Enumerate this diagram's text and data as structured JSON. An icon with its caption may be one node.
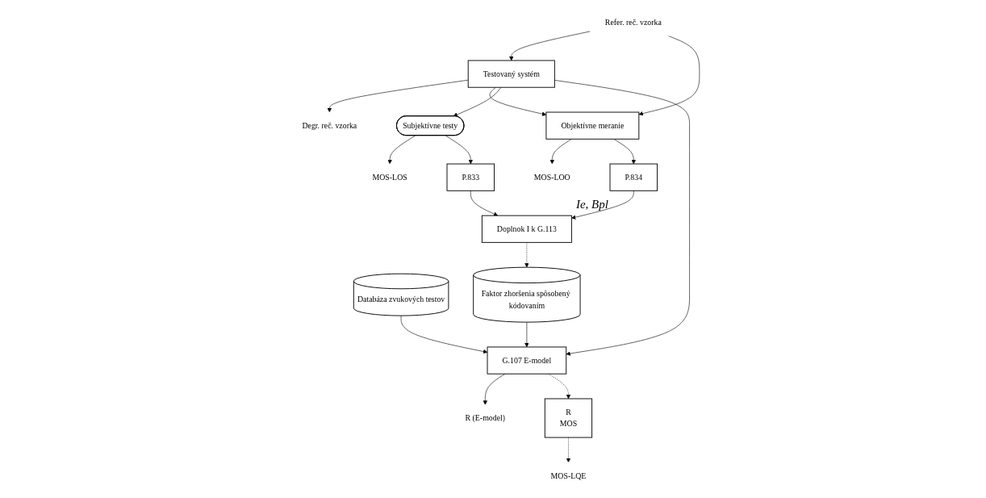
{
  "diagram": {
    "nodes": [
      {
        "text": [
          "Refer. reč. vzorka"
        ]
      },
      {
        "text": [
          "Testovaný systém"
        ]
      },
      {
        "text": [
          "Degr. reč. vzorka"
        ]
      },
      {
        "text": [
          "Subjektívne testy"
        ]
      },
      {
        "text": [
          "Objektívne meranie"
        ]
      },
      {
        "text": [
          "Databáza zvukových testov"
        ]
      },
      {
        "text": [
          "Faktor zhoršenia spôsobený kódovaním"
        ]
      },
      {
        "text": [
          "Doplnok I k G.113"
        ],
        "beside": [
          "Ie, Bpl"
        ]
      },
      {
        "text": [
          "G.107 E-model"
        ]
      },
      {
        "text": [
          "P.834"
        ]
      },
      {
        "text": [
          "P.833"
        ]
      },
      {
        "text": [
          "R",
          "MOS"
        ]
      },
      {
        "text": [
          "MOS-LOS"
        ]
      },
      {
        "text": [
          "MOS-LOO"
        ]
      },
      {
        "text": [
          "R (E-model)"
        ]
      },
      {
        "text": [
          "MOS-LQE"
        ]
      }
    ],
    "edges": [
      {
        "from": 0,
        "to": 1,
        "arrow": "to"
      },
      {
        "from": 1,
        "to": 2,
        "arrow": "to"
      },
      {
        "from": 0,
        "to": 4,
        "arrow": "to"
      },
      {
        "from": 1,
        "to": 4,
        "arrow": "to"
      },
      {
        "from": 1,
        "to": 3,
        "arrow": "to"
      },
      {
        "from": 1,
        "to": 8,
        "arrow": "to"
      },
      {
        "from": 7,
        "to": 6,
        "arrow": "to",
        "style": "dashed"
      },
      {
        "from": 5,
        "to": 8,
        "arrow": "to"
      },
      {
        "from": 6,
        "to": 8,
        "arrow": "to"
      },
      {
        "from": 3,
        "to": 12,
        "arrow": "to"
      },
      {
        "from": 3,
        "to": 10,
        "arrow": "to"
      },
      {
        "from": 4,
        "to": 13,
        "arrow": "to"
      },
      {
        "from": 4,
        "to": 9,
        "arrow": "to"
      },
      {
        "from": 9,
        "to": 7,
        "arrow": "to"
      },
      {
        "from": 10,
        "to": 7,
        "arrow": "to"
      },
      {
        "from": 8,
        "to": 14,
        "arrow": "to"
      },
      {
        "from": 8,
        "to": 11,
        "arrow": "to",
        "style": "dashed"
      },
      {
        "from": 11,
        "to": 15,
        "arrow": "to",
        "style": "dashed"
      }
    ]
  }
}
